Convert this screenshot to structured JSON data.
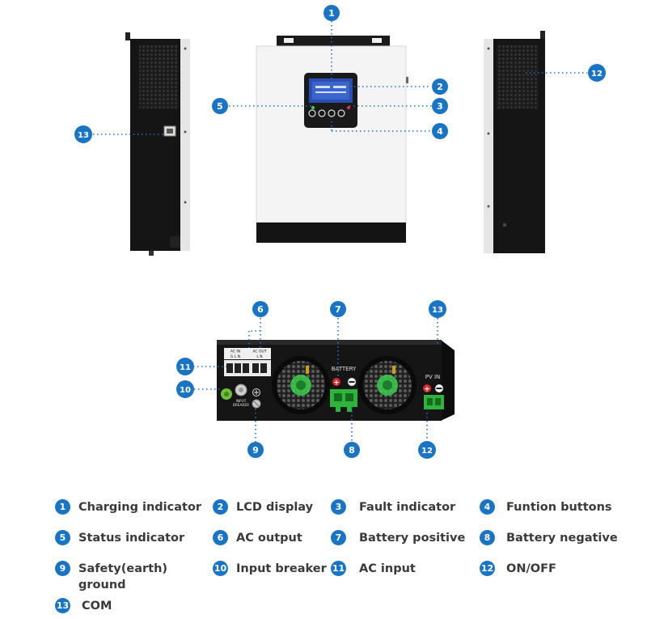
{
  "callouts": {
    "c1": "1",
    "c2": "2",
    "c3": "3",
    "c4": "4",
    "c5": "5",
    "c6": "6",
    "c7": "7",
    "c8": "8",
    "c9": "9",
    "c10": "10",
    "c11": "11",
    "c12a": "12",
    "c12b": "12",
    "c13a": "13",
    "c13b": "13"
  },
  "panel_labels": {
    "ac_in": "AC IN",
    "ac_out": "AC OUT",
    "ac_in_terms": "G L N",
    "ac_out_terms": "L N",
    "battery": "BATTERY",
    "pv_in": "PV IN",
    "input_breaker_1": "INPUT",
    "input_breaker_2": "BREAKER"
  },
  "legend": [
    {
      "num": "1",
      "label": "Charging indicator"
    },
    {
      "num": "2",
      "label": "LCD display"
    },
    {
      "num": "3",
      "label": "Fault indicator"
    },
    {
      "num": "4",
      "label": "Funtion buttons"
    },
    {
      "num": "5",
      "label": "Status indicator"
    },
    {
      "num": "6",
      "label": "AC output"
    },
    {
      "num": "7",
      "label": "Battery positive"
    },
    {
      "num": "8",
      "label": "Battery negative"
    },
    {
      "num": "9",
      "label": "Safety(earth) ground"
    },
    {
      "num": "10",
      "label": "Input breaker"
    },
    {
      "num": "11",
      "label": "AC input"
    },
    {
      "num": "12",
      "label": "ON/OFF"
    },
    {
      "num": "13",
      "label": "COM"
    }
  ],
  "colors": {
    "callout_blue": "#1a74c4",
    "device_black": "#111111",
    "device_white": "#f4f4f4",
    "terminal_green": "#2fb33a",
    "fan_green": "#3ccf4e",
    "plus_red": "#d42a2a"
  }
}
